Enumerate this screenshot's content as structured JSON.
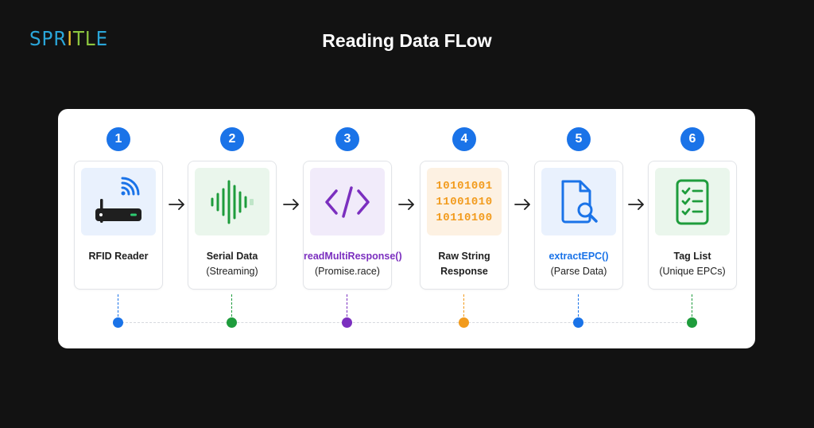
{
  "logo": {
    "text": "SPRITLE"
  },
  "title": "Reading Data FLow",
  "colors": {
    "blue": "#1a73e8",
    "green": "#1e9c3c",
    "purple": "#7b2fbf",
    "orange": "#f29b1d"
  },
  "steps": [
    {
      "number": "1",
      "icon": "rfid-reader-icon",
      "line1": "RFID Reader",
      "line2": "",
      "dot_color": "#1a73e8"
    },
    {
      "number": "2",
      "icon": "waveform-icon",
      "line1": "Serial Data",
      "line2": "(Streaming)",
      "dot_color": "#1e9c3c"
    },
    {
      "number": "3",
      "icon": "code-icon",
      "line1": "readMultiResponse()",
      "line2": "(Promise.race)",
      "dot_color": "#7b2fbf"
    },
    {
      "number": "4",
      "icon": "binary-icon",
      "line1": "Raw String",
      "line2": "Response",
      "binary": [
        "10101001",
        "11001010",
        "10110100"
      ],
      "dot_color": "#f29b1d"
    },
    {
      "number": "5",
      "icon": "document-search-icon",
      "line1": "extractEPC()",
      "line2": "(Parse Data)",
      "dot_color": "#1a73e8"
    },
    {
      "number": "6",
      "icon": "checklist-icon",
      "line1": "Tag List",
      "line2": "(Unique EPCs)",
      "dot_color": "#1e9c3c"
    }
  ]
}
